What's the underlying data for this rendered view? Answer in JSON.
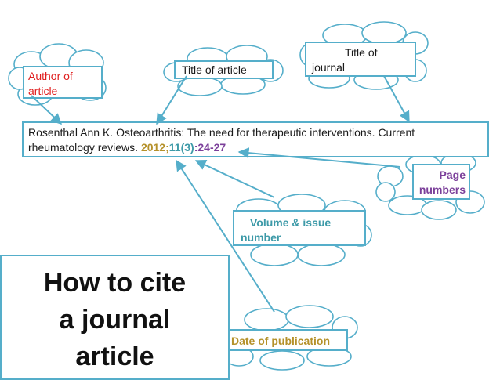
{
  "heading": [
    "How to cite",
    "a journal",
    "article"
  ],
  "citation": {
    "line1": "Rosenthal Ann K. Osteoarthritis: The need for therapeutic interventions. Current",
    "line2_prefix": "rheumatology  reviews. ",
    "year": "2012",
    "sep1": ";",
    "volume_issue": "11(3)",
    "sep2": ":",
    "pages": "24-27"
  },
  "labels": {
    "author": "Author of article",
    "title_article": "Title of article",
    "title_journal_l1": "Title of",
    "title_journal_l2": "journal",
    "page_l1": "Page",
    "page_l2": "numbers",
    "volume_l1": "Volume & issue",
    "volume_l2": "number",
    "date": "Date of publication"
  },
  "colors": {
    "border": "#55aeca",
    "author": "#e01e1e",
    "year": "#b5912a",
    "volume": "#3d9aa8",
    "pages": "#7b3f9a"
  }
}
